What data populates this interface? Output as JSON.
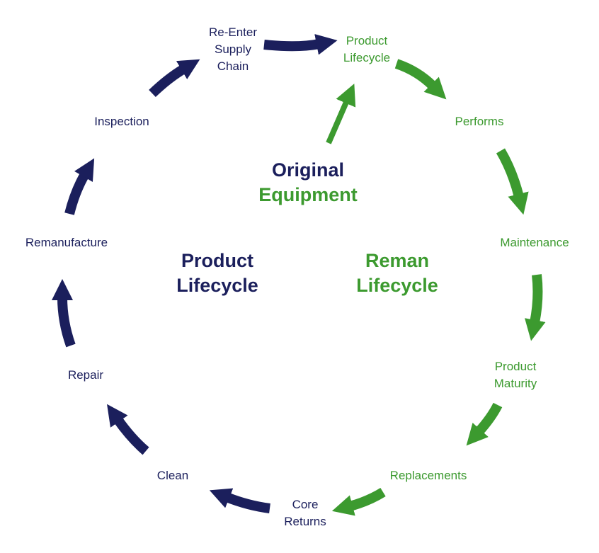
{
  "colors": {
    "product": "#1b1f5c",
    "reman": "#3c9a2f"
  },
  "nodes": [
    {
      "id": "reenter",
      "lines": [
        "Re-Enter",
        "Supply",
        "Chain"
      ],
      "color": "product"
    },
    {
      "id": "product-lifecycle-stage",
      "lines": [
        "Product",
        "Lifecycle"
      ],
      "color": "reman"
    },
    {
      "id": "performs",
      "lines": [
        "Performs"
      ],
      "color": "reman"
    },
    {
      "id": "maintenance",
      "lines": [
        "Maintenance"
      ],
      "color": "reman"
    },
    {
      "id": "product-maturity",
      "lines": [
        "Product",
        "Maturity"
      ],
      "color": "reman"
    },
    {
      "id": "replacements",
      "lines": [
        "Replacements"
      ],
      "color": "reman"
    },
    {
      "id": "core-returns",
      "lines": [
        "Core",
        "Returns"
      ],
      "color": "product"
    },
    {
      "id": "clean",
      "lines": [
        "Clean"
      ],
      "color": "product"
    },
    {
      "id": "repair",
      "lines": [
        "Repair"
      ],
      "color": "product"
    },
    {
      "id": "remanufacture",
      "lines": [
        "Remanufacture"
      ],
      "color": "product"
    },
    {
      "id": "inspection",
      "lines": [
        "Inspection"
      ],
      "color": "product"
    }
  ],
  "center": {
    "original_equipment": {
      "line1": "Original",
      "line2": "Equipment"
    },
    "product_lifecycle": {
      "line1": "Product",
      "line2": "Lifecycle"
    },
    "reman_lifecycle": {
      "line1": "Reman",
      "line2": "Lifecycle"
    }
  }
}
